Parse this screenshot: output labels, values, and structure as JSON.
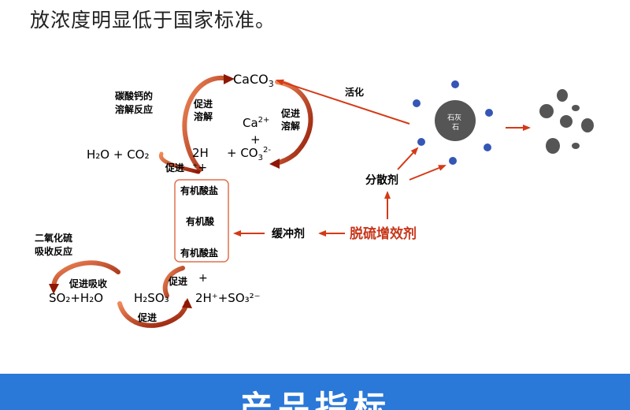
{
  "intro_text": "放浓度明显低于国家标准。",
  "banner_title": "产品指标",
  "labels": {
    "caco3": "CaCO",
    "caco3_sub": "3",
    "calcium_carbonate_reaction_1": "碳酸钙的",
    "calcium_carbonate_reaction_2": "溶解反应",
    "promote_dissolve_1": "促进",
    "promote_dissolve_2": "溶解",
    "activation": "活化",
    "ca_ion": "Ca",
    "ca_charge": "2+",
    "plus": "+",
    "co3": "+ CO",
    "co3_sub": "3",
    "co3_charge": "2-",
    "h2o_co2": "H₂O + CO₂",
    "h2": "2H",
    "promote": "促进",
    "plus_plus": "⁺+",
    "organic_salt_top": "有机酸盐",
    "organic_acid": "有机酸",
    "organic_salt_bottom": "有机酸盐",
    "buffer": "缓冲剂",
    "synergist": "脱硫增效剂",
    "dispersant": "分散剂",
    "limestone_1": "石灰",
    "limestone_2": "石",
    "so2_reaction_1": "二氧化硫",
    "so2_reaction_2": "吸收反应",
    "promote_absorb": "促进吸收",
    "so2_h2o": "SO₂+H₂O",
    "h2so3": "H₂SO₃",
    "h_so3": "2H⁺+SO₃²⁻",
    "promote_lower": "促进"
  },
  "colors": {
    "arrow": "#d43a16",
    "dark": "#9a1c06",
    "dot": "#3556b5",
    "rock": "#555555",
    "banner": "#2a78d8"
  }
}
